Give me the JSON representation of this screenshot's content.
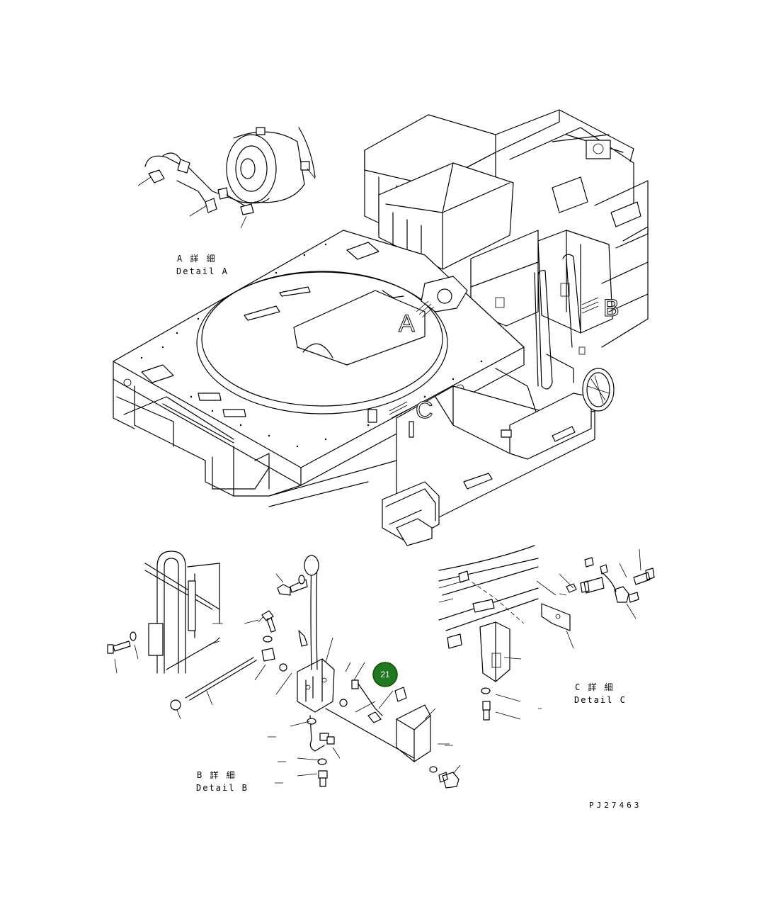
{
  "views": {
    "A": {
      "letter": "A",
      "title_jp": "A 詳 細",
      "title_en": "Detail A"
    },
    "B": {
      "letter": "B",
      "title_jp": "B 詳 細",
      "title_en": "Detail B"
    },
    "C": {
      "letter": "C",
      "title_jp": "C 詳 細",
      "title_en": "Detail C"
    }
  },
  "callout": {
    "label": "21",
    "color": "#1f7a1f"
  },
  "drawing_code": "PJ27463"
}
